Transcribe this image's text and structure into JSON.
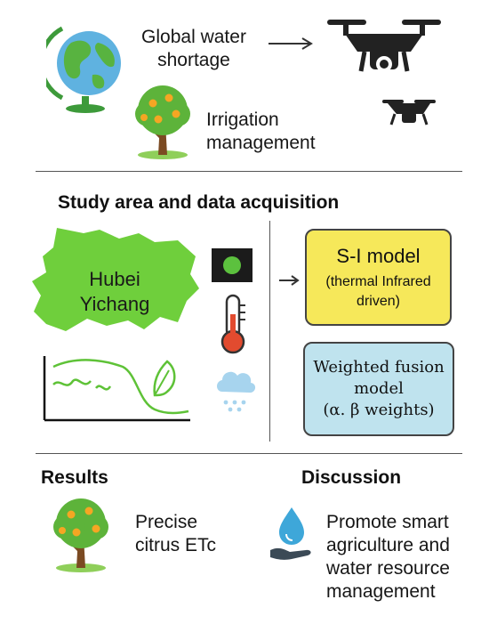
{
  "colors": {
    "tree_green": "#5db33a",
    "trunk_brown": "#7b4a22",
    "fruit_orange": "#f5a623",
    "map_green": "#6fcf3c",
    "sim_box_fill": "#f6e85a",
    "fusion_box_fill": "#bfe3ee",
    "drone_dark": "#222222",
    "thermo_red": "#e24b2f",
    "rain_blue": "#a7d4ee"
  },
  "icons": [
    "globe-icon",
    "citrus-tree-icon",
    "arrow-right-icon",
    "drone-icon",
    "small-drone-icon",
    "hubei-map-icon",
    "camera-sensor-icon",
    "thermometer-icon",
    "rain-cloud-icon",
    "curve-chart-icon",
    "leaf-icon",
    "water-drop-hand-icon"
  ],
  "top": {
    "water_shortage": [
      "Global water",
      "shortage"
    ],
    "irrigation": [
      "Irrigation",
      "management"
    ]
  },
  "study": {
    "heading": "Study area and data acquisition",
    "map_label": [
      "Hubei",
      "Yichang"
    ],
    "sim_model": [
      "S-I model",
      "(thermal Infrared",
      "driven)"
    ],
    "fusion_model": [
      "Weighted fusion",
      "model",
      "(α. β weights)"
    ]
  },
  "results": {
    "heading": "Results",
    "text": [
      "Precise",
      "citrus ETc"
    ]
  },
  "discussion": {
    "heading": "Discussion",
    "text": [
      "Promote smart",
      "agriculture and",
      "water resource",
      "management"
    ]
  }
}
